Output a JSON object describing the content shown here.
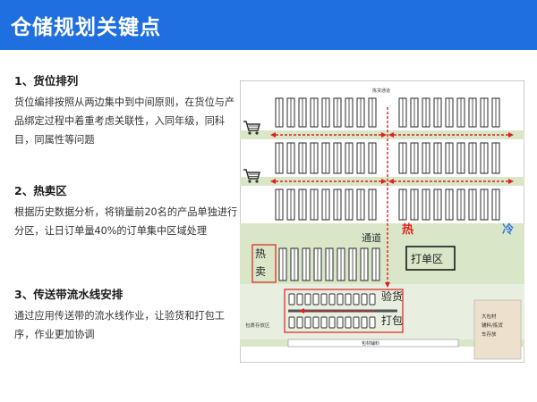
{
  "header": {
    "title": "仓储规划关键点"
  },
  "sections": [
    {
      "heading": "1、货位排列",
      "body": "货位编排按照从两边集中到中间原则，在货位与产品绑定过程中着重考虑关联性，入同年级，同科目，同属性等问题"
    },
    {
      "heading": "2、热卖区",
      "body": "根据历史数据分析，将销量前20名的产品单独进行分区，让日订单量40%的订单集中区域处理"
    },
    {
      "heading": "3、传送带流水线安排",
      "body": "通过应用传送带的流水线作业，让验货和打包工序，作业更加协调"
    }
  ],
  "plan": {
    "top_label": "拣货通道",
    "aisle_label": "通道",
    "hot_label": "热",
    "cold_label": "冷",
    "hot_zone_label": "热卖",
    "print_zone_label": "打单区",
    "inspect_label": "验货",
    "pack_label": "打包",
    "package_store_label": "包裹存放区",
    "materials_label": "包材辅料",
    "bulk_materials_label": "大包材辅料/拣货车存放",
    "colors": {
      "frame": "#5a7a3a",
      "shelf": "#2a2a2a",
      "zone_fill": "#d9e6c8",
      "red": "#e02020",
      "blue": "#3a7bd5"
    }
  }
}
